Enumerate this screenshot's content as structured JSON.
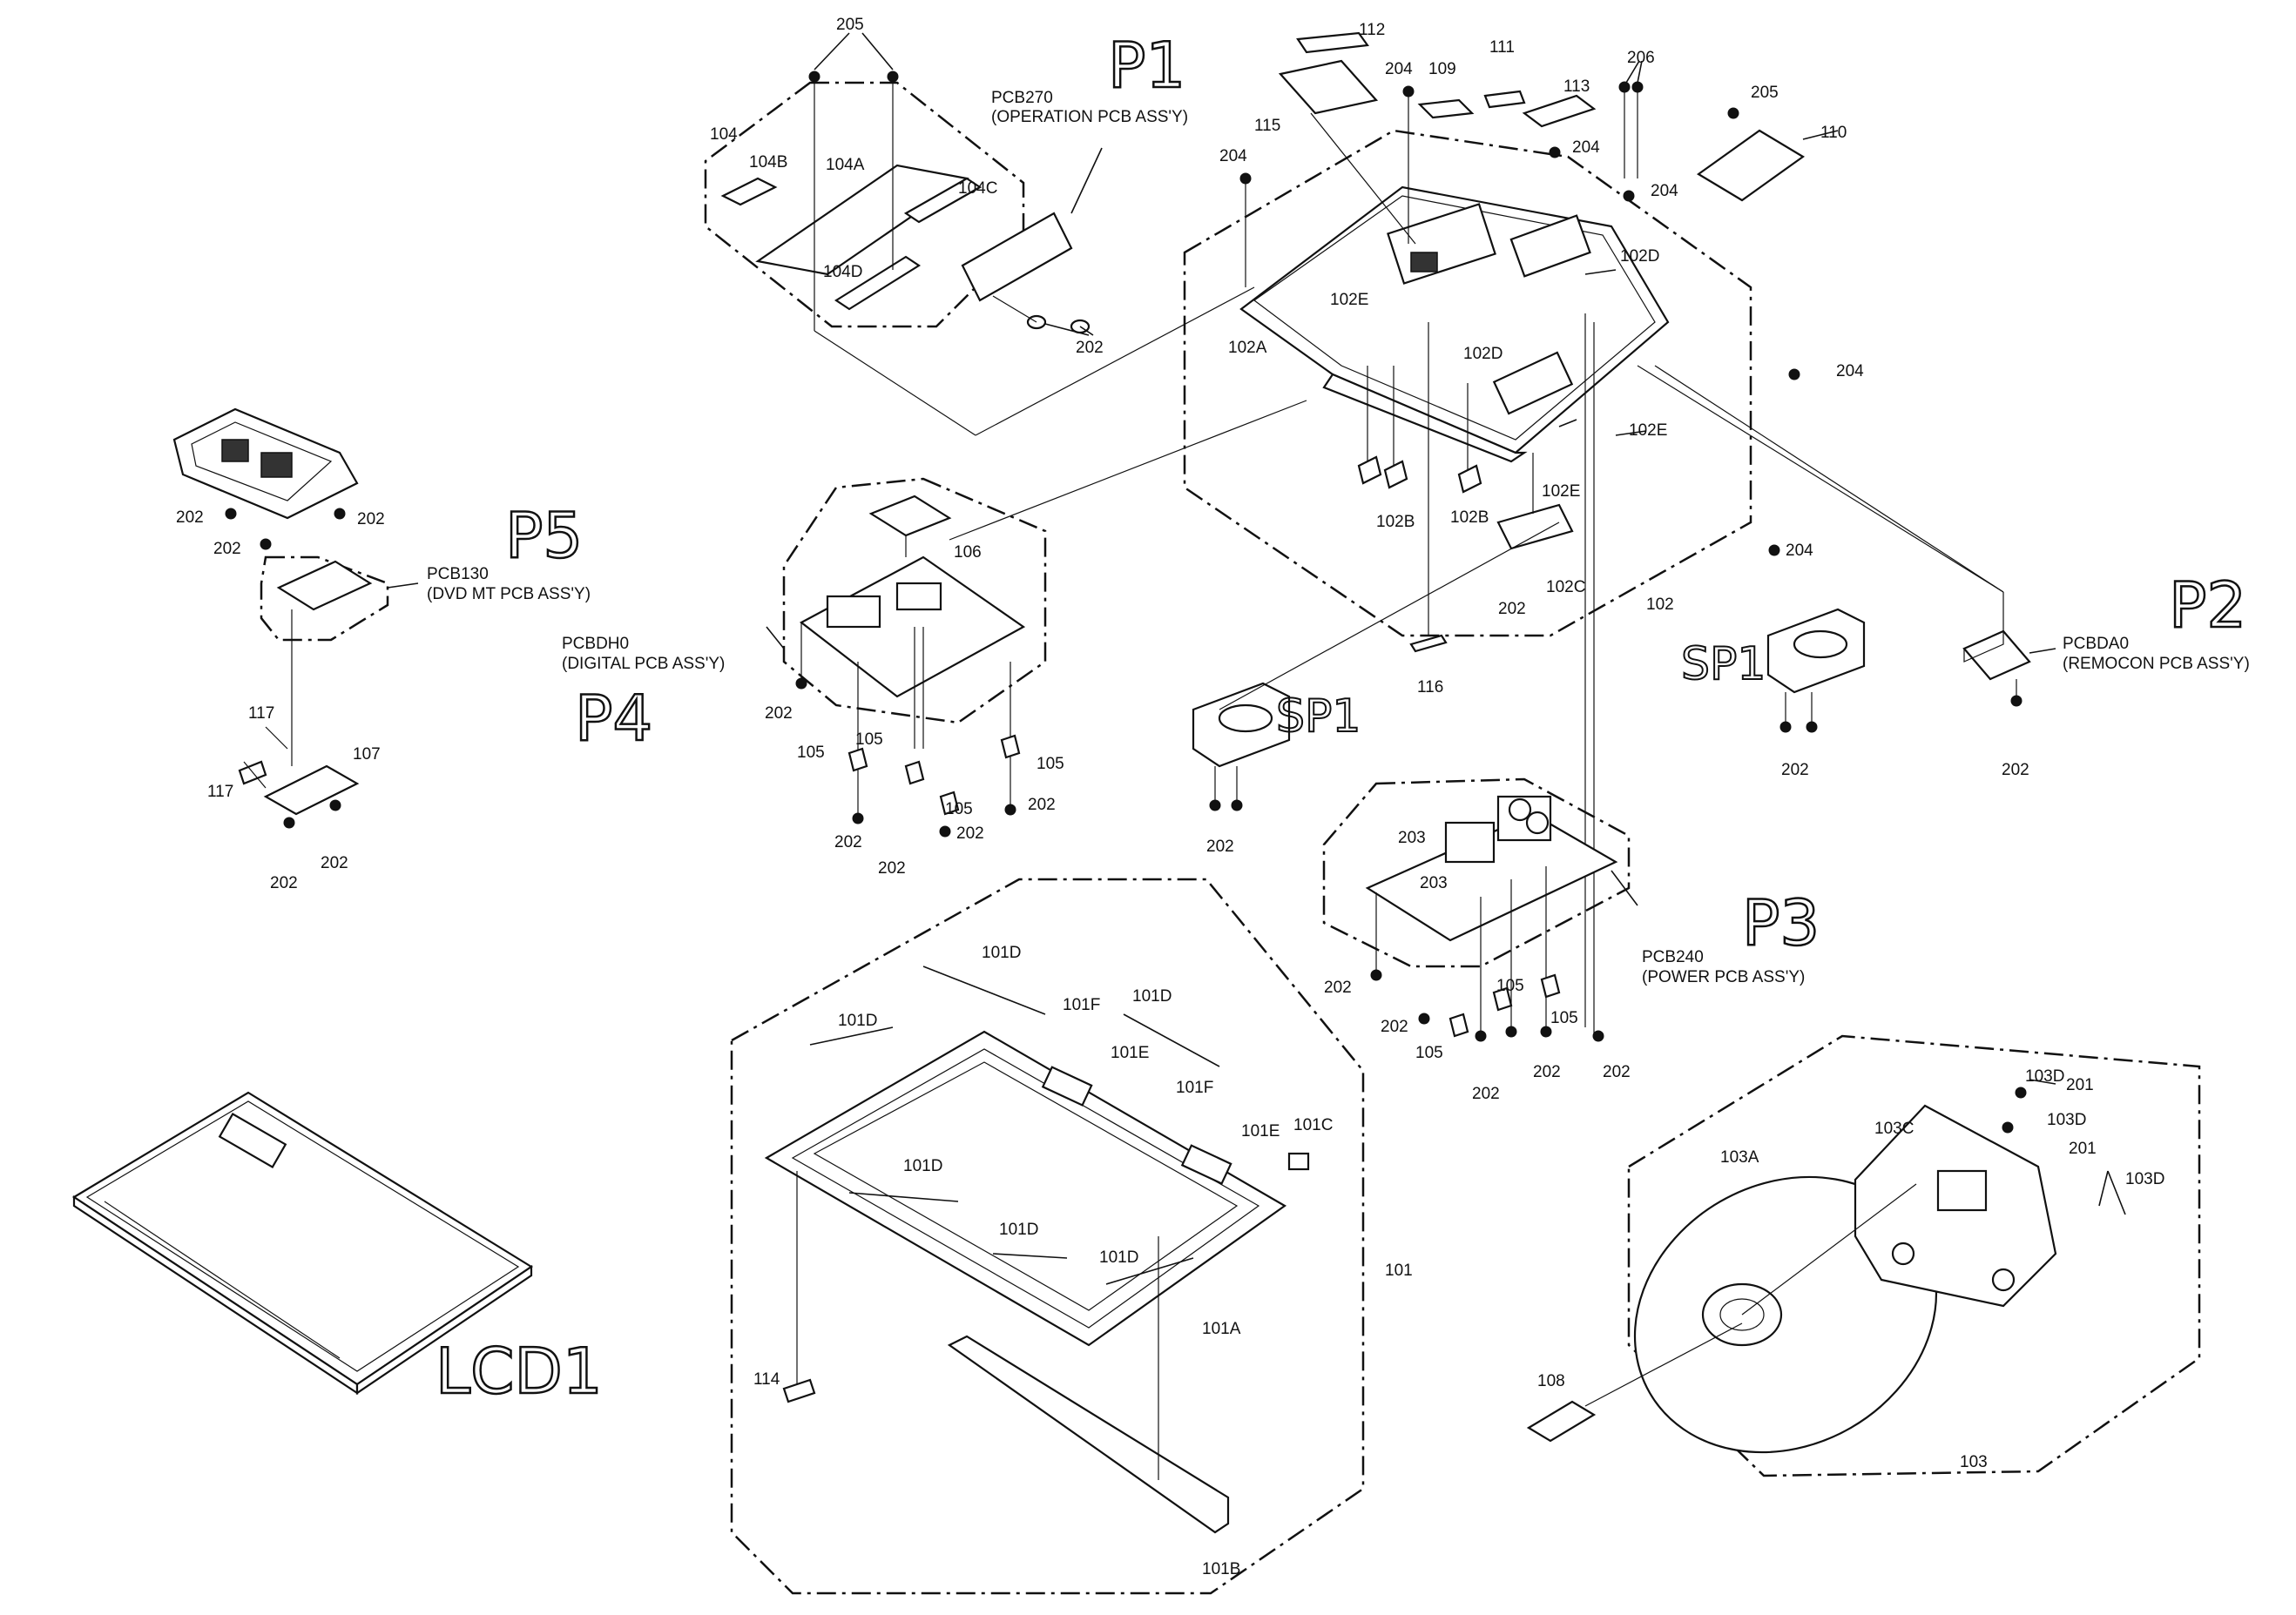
{
  "groups": {
    "p1": "P1",
    "p2": "P2",
    "p3": "P3",
    "p4": "P4",
    "p5": "P5",
    "sp1_left": "SP1",
    "sp1_right": "SP1",
    "lcd1": "LCD1"
  },
  "assemblies": {
    "pcb270": "PCB270",
    "pcb270_desc": "(OPERATION PCB ASS'Y)",
    "pcbda0": "PCBDA0",
    "pcbda0_desc": "(REMOCON PCB ASS'Y)",
    "pcb240": "PCB240",
    "pcb240_desc": "(POWER PCB ASS'Y)",
    "pcbdh0": "PCBDH0",
    "pcbdh0_desc": "(DIGITAL PCB ASS'Y)",
    "pcb130": "PCB130",
    "pcb130_desc": "(DVD MT PCB ASS'Y)"
  },
  "labels": {
    "l205a": "205",
    "l104": "104",
    "l104b": "104B",
    "l104a": "104A",
    "l104c": "104C",
    "l104d": "104D",
    "l202a": "202",
    "l112": "112",
    "l115": "115",
    "l204a": "204",
    "l109": "109",
    "l111": "111",
    "l113": "113",
    "l206": "206",
    "l205b": "205",
    "l110": "110",
    "l204b": "204",
    "l204c": "204",
    "l204d": "204",
    "l102d1": "102D",
    "l102e1": "102E",
    "l102a": "102A",
    "l102d2": "102D",
    "l204e": "204",
    "l102e2": "102E",
    "l102e3": "102E",
    "l102b1": "102B",
    "l102b2": "102B",
    "l204f": "204",
    "l102c": "102C",
    "l202b": "202",
    "l102": "102",
    "l116": "116",
    "l106": "106",
    "l202c": "202",
    "l202d": "202",
    "l202e": "202",
    "l117a": "117",
    "l117b": "117",
    "l107": "107",
    "l202f": "202",
    "l202g": "202",
    "l202h": "202",
    "l105a": "105",
    "l105b": "105",
    "l105c": "105",
    "l105d": "105",
    "l202i": "202",
    "l202j": "202",
    "l202k": "202",
    "l202l": "202",
    "l202m": "202",
    "l202n": "202",
    "l203a": "203",
    "l203b": "203",
    "l202o": "202",
    "l202p": "202",
    "l105e": "105",
    "l105f": "105",
    "l105g": "105",
    "l202q": "202",
    "l202r": "202",
    "l202s": "202",
    "l202t": "202",
    "l101d1": "101D",
    "l101d2": "101D",
    "l101f1": "101F",
    "l101d3": "101D",
    "l101e1": "101E",
    "l101f2": "101F",
    "l101e2": "101E",
    "l101c": "101C",
    "l101d4": "101D",
    "l101d5": "101D",
    "l101d6": "101D",
    "l101": "101",
    "l101a": "101A",
    "l114": "114",
    "l101b": "101B",
    "l103c": "103C",
    "l103d1": "103D",
    "l201a": "201",
    "l103d2": "103D",
    "l201b": "201",
    "l103a": "103A",
    "l103d3": "103D",
    "l108": "108",
    "l103": "103"
  }
}
